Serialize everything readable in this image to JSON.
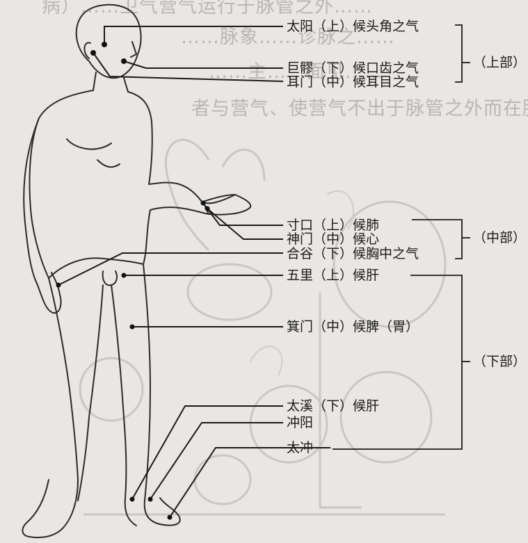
{
  "background_text": {
    "line1": "病）……卫气营气运行于脉管之外……",
    "line2": "……脉象……诊脉之……",
    "line3": "……主……面见……",
    "line4": "者与营气、使营气不出于脉管之外而在脉管内运行，即"
  },
  "points": [
    {
      "label": "太阳（上）候头角之气"
    },
    {
      "label": "巨髎（下）候口齿之气"
    },
    {
      "label": "耳门（中）候耳目之气"
    },
    {
      "label": "寸口（上）候肺"
    },
    {
      "label": "神门（中）候心"
    },
    {
      "label": "合谷（下）候胸中之气"
    },
    {
      "label": "五里（上）候肝"
    },
    {
      "label": "箕门（中）候脾（胃）"
    },
    {
      "label": "太溪（下）候肝"
    },
    {
      "label": "冲阳"
    },
    {
      "label": "太冲"
    }
  ],
  "groups": [
    {
      "label": "（上部）"
    },
    {
      "label": "（中部）"
    },
    {
      "label": "（下部）"
    }
  ]
}
